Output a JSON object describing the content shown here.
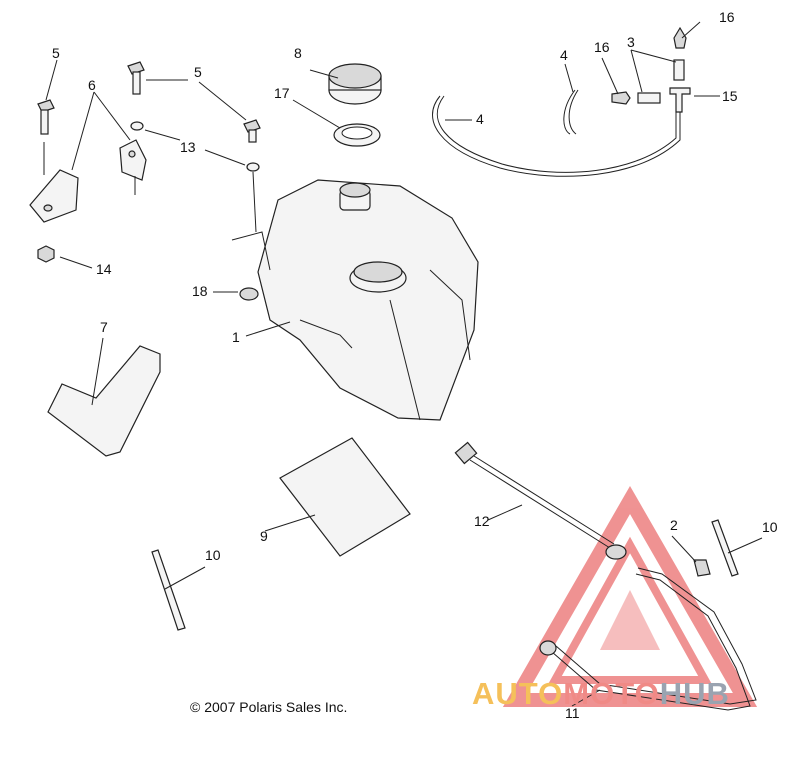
{
  "callouts": {
    "c1": "1",
    "c2": "2",
    "c3": "3",
    "c4a": "4",
    "c4b": "4",
    "c5a": "5",
    "c5b": "5",
    "c6": "6",
    "c7": "7",
    "c8": "8",
    "c9": "9",
    "c10a": "10",
    "c10b": "10",
    "c11": "11",
    "c12": "12",
    "c13": "13",
    "c14": "14",
    "c15": "15",
    "c16a": "16",
    "c16b": "16",
    "c17": "17",
    "c18": "18"
  },
  "copyright": "© 2007 Polaris Sales Inc.",
  "watermark": {
    "part1": "AUTO",
    "part2": "MOTO",
    "part3": "HUB",
    "colors": {
      "part1": "#f5c05a",
      "part2": "#f08a86",
      "part3": "#9aa3b0",
      "triangle": "#e23a3a"
    }
  }
}
